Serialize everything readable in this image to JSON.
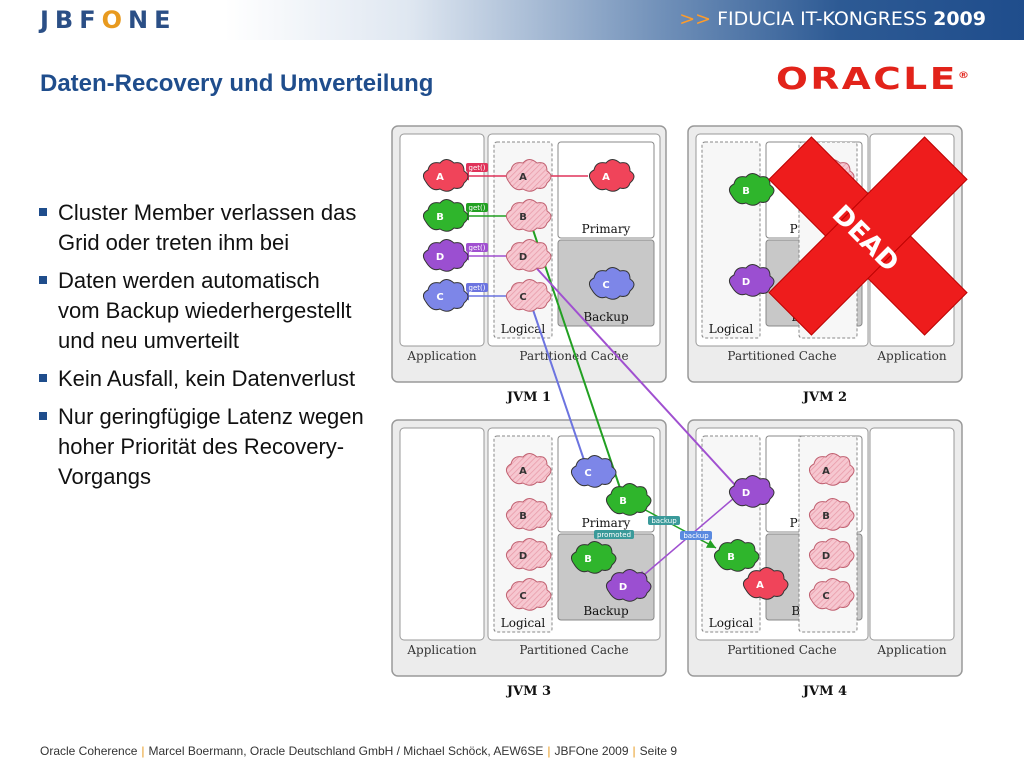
{
  "header": {
    "logo": "JBFONE",
    "congress_arrow": ">>",
    "congress_text": "FIDUCIA IT-KONGRESS",
    "congress_year": "2009"
  },
  "slide": {
    "title": "Daten-Recovery und Umverteilung",
    "oracle_logo": "ORACLE",
    "bullets": [
      "Cluster Member verlassen das Grid oder treten ihm bei",
      "Daten werden automatisch vom Backup wiederhergestellt und neu umverteilt",
      "Kein Ausfall, kein Datenverlust",
      "Nur geringfügige Latenz wegen hoher Priorität des Recovery-Vorgangs"
    ]
  },
  "diagram": {
    "jvm_labels": [
      "JVM 1",
      "JVM 2",
      "JVM 3",
      "JVM 4"
    ],
    "application": "Application",
    "partitioned_cache": "Partitioned Cache",
    "logical": "Logical",
    "primary": "Primary",
    "backup": "Backup",
    "get_label": "get()",
    "dead": "DEAD",
    "backup_arrow": "backup",
    "promoted": "promoted",
    "letters": [
      "A",
      "B",
      "D",
      "C"
    ],
    "colors": {
      "A": "#f0445a",
      "B": "#2fb52c",
      "D": "#9b4fd1",
      "C": "#7d86e8",
      "dead": "#ee1c1c"
    }
  },
  "footer": {
    "part1": "Oracle Coherence",
    "part2": "Marcel Boermann, Oracle Deutschland GmbH / Michael Schöck, AEW6SE",
    "part3": "JBFOne 2009",
    "part4": "Seite 9",
    "sep": "|"
  }
}
